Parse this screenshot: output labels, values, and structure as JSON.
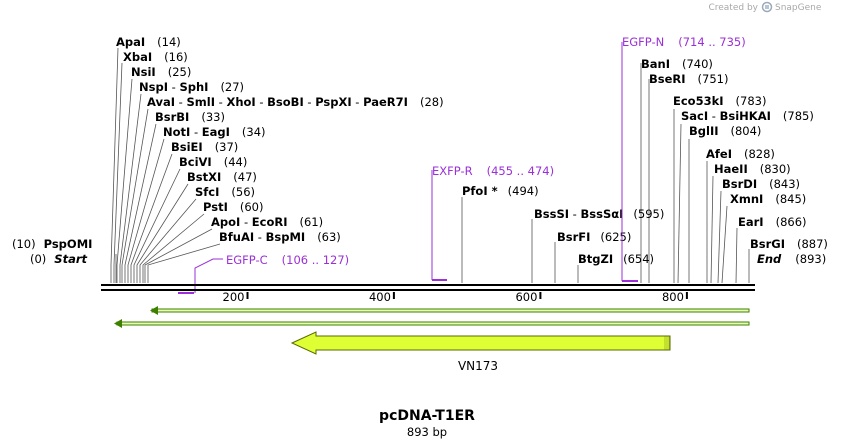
{
  "credit": {
    "text": "Created by",
    "brand": "SnapGene"
  },
  "plasmid": {
    "name": "pcDNA-T1ER",
    "length_label": "893 bp",
    "length": 893
  },
  "colors": {
    "primer": "#9b30d9",
    "feature_fill": "#ddff33",
    "feature_stroke": "#5a6b00",
    "track_line": "#3f7f00",
    "track_fill": "#e5ffb3"
  },
  "left_sites": [
    {
      "name": "ApaI",
      "pos": "(14)",
      "bp": 14
    },
    {
      "name": "XbaI",
      "pos": "(16)",
      "bp": 16
    },
    {
      "name": "NsiI",
      "pos": "(25)",
      "bp": 25
    },
    {
      "name": "NspI",
      "name2": "SphI",
      "pos": "(27)",
      "bp": 27
    },
    {
      "name": "AvaI",
      "name2": "SmlI",
      "name3": "XhoI",
      "name4": "BsoBI",
      "name5": "PspXI",
      "name6": "PaeR7I",
      "pos": "(28)",
      "bp": 28
    },
    {
      "name": "BsrBI",
      "pos": "(33)",
      "bp": 33
    },
    {
      "name": "NotI",
      "name2": "EagI",
      "pos": "(34)",
      "bp": 34
    },
    {
      "name": "BsiEI",
      "pos": "(37)",
      "bp": 37
    },
    {
      "name": "BciVI",
      "pos": "(44)",
      "bp": 44
    },
    {
      "name": "BstXI",
      "pos": "(47)",
      "bp": 47
    },
    {
      "name": "SfcI",
      "pos": "(56)",
      "bp": 56
    },
    {
      "name": "PstI",
      "pos": "(60)",
      "bp": 60
    },
    {
      "name": "ApoI",
      "name2": "EcoRI",
      "pos": "(61)",
      "bp": 61
    },
    {
      "name": "BfuAI",
      "name2": "BspMI",
      "pos": "(63)",
      "bp": 63
    }
  ],
  "pspomi": {
    "pos": "(10)",
    "name": "PspOMI"
  },
  "start": {
    "pos": "(0)",
    "name": "Start"
  },
  "right_sites": [
    {
      "name": "BanI",
      "pos": "(740)",
      "bp": 740
    },
    {
      "name": "BseRI",
      "pos": "(751)",
      "bp": 751
    },
    {
      "name": "Eco53kI",
      "pos": "(783)",
      "bp": 783
    },
    {
      "name": "SacI",
      "name2": "BsiHKAI",
      "pos": "(785)",
      "bp": 785
    },
    {
      "name": "BglII",
      "pos": "(804)",
      "bp": 804
    },
    {
      "name": "AfeI",
      "pos": "(828)",
      "bp": 828
    },
    {
      "name": "HaeII",
      "pos": "(830)",
      "bp": 830
    },
    {
      "name": "BsrDI",
      "pos": "(843)",
      "bp": 843
    },
    {
      "name": "XmnI",
      "pos": "(845)",
      "bp": 845
    },
    {
      "name": "EarI",
      "pos": "(866)",
      "bp": 866
    },
    {
      "name": "BsrGI",
      "pos": "(887)",
      "bp": 887
    }
  ],
  "end": {
    "name": "End",
    "pos": "(893)"
  },
  "mid_sites": [
    {
      "name": "PfoI *",
      "pos": "(494)",
      "bp": 494
    },
    {
      "name": "BssSI",
      "name2": "BssSαI",
      "pos": "(595)",
      "bp": 595
    },
    {
      "name": "BsrFI",
      "pos": "(625)",
      "bp": 625
    },
    {
      "name": "BtgZI",
      "pos": "(654)",
      "bp": 654
    }
  ],
  "primers": [
    {
      "name": "EGFP-C",
      "range": "(106 .. 127)"
    },
    {
      "name": "EXFP-R",
      "range": "(455 .. 474)"
    },
    {
      "name": "EGFP-N",
      "range": "(714 .. 735)"
    }
  ],
  "ruler": [
    {
      "bp": 200,
      "label": "200"
    },
    {
      "bp": 400,
      "label": "400"
    },
    {
      "bp": 600,
      "label": "600"
    },
    {
      "bp": 800,
      "label": "800"
    }
  ],
  "feature": {
    "name": "VN173"
  }
}
